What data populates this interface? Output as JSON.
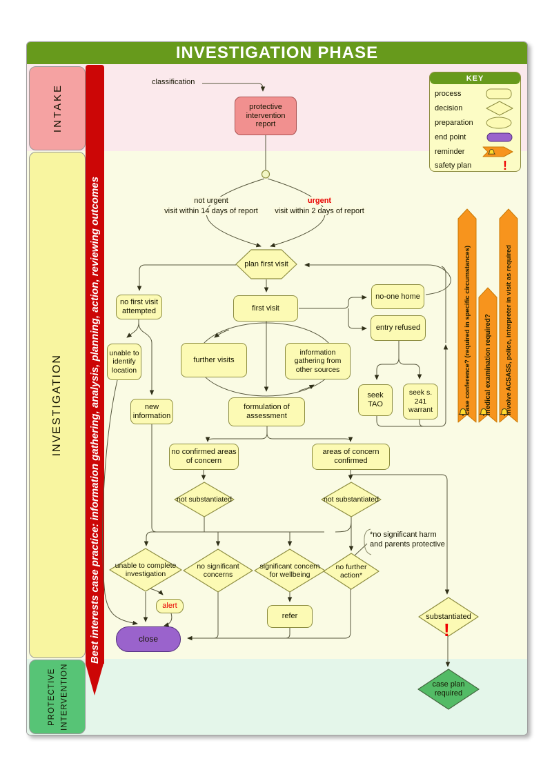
{
  "banner": {
    "title": "INVESTIGATION PHASE"
  },
  "lanes": [
    {
      "id": "intake",
      "label": "INTAKE"
    },
    {
      "id": "investigation",
      "label": "INVESTIGATION"
    },
    {
      "id": "protective-intervention",
      "label": "PROTECTIVE INTERVENTION"
    }
  ],
  "ribbon": {
    "text": "Best interests case practice:   information gathering, analysis, planning, action, reviewing outcomes"
  },
  "key": {
    "title": "KEY",
    "items": [
      {
        "label": "process",
        "swatch": "process"
      },
      {
        "label": "decision",
        "swatch": "decision"
      },
      {
        "label": "preparation",
        "swatch": "preparation"
      },
      {
        "label": "end point",
        "swatch": "end-point"
      },
      {
        "label": "reminder",
        "swatch": "reminder"
      },
      {
        "label": "safety plan",
        "swatch": "safety-plan",
        "glyph": "!"
      }
    ]
  },
  "labels": {
    "classification": "classification",
    "not_urgent_line1": "not urgent",
    "not_urgent_line2": "visit within 14 days of report",
    "urgent_line1": "urgent",
    "urgent_line2": "visit within 2 days of report",
    "note_line1": "*no significant harm",
    "note_line2": "and parents protective",
    "safety_plan_mark": "!"
  },
  "nodes": {
    "report": "protective intervention report",
    "plan_first_visit": "plan first visit",
    "first_visit": "first visit",
    "no_first_visit": "no first visit attempted",
    "no_one_home": "no-one home",
    "entry_refused": "entry refused",
    "unable_identify": "unable to identify location",
    "further_visits": "further visits",
    "info_gathering": "information gathering from other sources",
    "seek_tao": "seek TAO",
    "seek_warrant": "seek s. 241 warrant",
    "new_information": "new information",
    "formulation": "formulation of assessment",
    "no_confirmed": "no confirmed areas of concern",
    "areas_confirmed": "areas of concern confirmed",
    "not_substantiated_left": "not substantiated",
    "not_substantiated_right": "not substantiated",
    "unable_complete": "unable to complete investigation",
    "no_significant": "no significant concerns",
    "significant_concern": "significant concern for wellbeing",
    "no_further_action": "no further action*",
    "alert": "alert",
    "refer": "refer",
    "close": "close",
    "substantiated": "substantiated",
    "case_plan": "case plan required"
  },
  "reminders": [
    "case conference?  (required in specific circumstances)",
    "medical examination required?",
    "involve ACSASS, police, interpreter in visit as required"
  ],
  "colors": {
    "banner_green": "#679a1c",
    "ribbon_red": "#cc0606",
    "lane_intake": "#fbe9ec",
    "lane_investigation": "#fafbe4",
    "lane_protective": "#e4f6ea",
    "intake_label": "#f5a2a2",
    "investigation_label": "#f8f5a0",
    "protective_label": "#57c476",
    "node_yellow": "#fcfab4",
    "node_border": "#8c8c3f",
    "report_pink": "#f1908f",
    "end_point_purple": "#9a63cc",
    "reminder_orange": "#f7941d",
    "case_plan_green": "#53bb66",
    "alert_red": "#e80000",
    "urgent_red": "#e80000"
  }
}
